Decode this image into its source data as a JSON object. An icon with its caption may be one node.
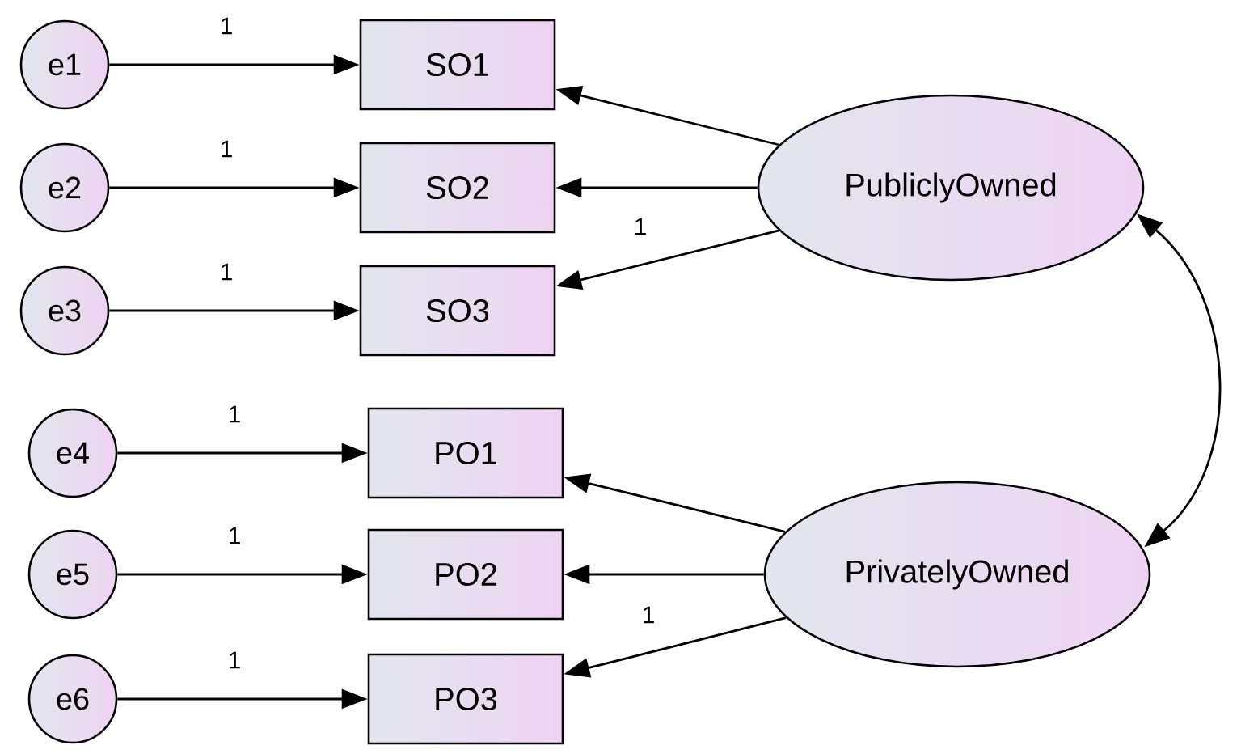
{
  "diagram": {
    "nodes": [
      {
        "text": [
          "e1"
        ]
      },
      {
        "text": [
          "e2"
        ]
      },
      {
        "text": [
          "e3"
        ]
      },
      {
        "text": [
          "e4"
        ]
      },
      {
        "text": [
          "e5"
        ]
      },
      {
        "text": [
          "e6"
        ]
      },
      {
        "text": [
          "SO1"
        ]
      },
      {
        "text": [
          "SO2"
        ]
      },
      {
        "text": [
          "SO3"
        ]
      },
      {
        "text": [
          "PO1"
        ]
      },
      {
        "text": [
          "PO2"
        ]
      },
      {
        "text": [
          "PO3"
        ]
      },
      {
        "text": [
          "PubliclyOwned"
        ]
      },
      {
        "text": [
          "PrivatelyOwned"
        ]
      }
    ],
    "edges": [
      {
        "from": 0,
        "to": 6,
        "arrow": "to",
        "label": "1"
      },
      {
        "from": 1,
        "to": 7,
        "arrow": "to",
        "label": "1"
      },
      {
        "from": 2,
        "to": 8,
        "arrow": "to",
        "label": "1"
      },
      {
        "from": 3,
        "to": 9,
        "arrow": "to",
        "label": "1"
      },
      {
        "from": 4,
        "to": 10,
        "arrow": "to",
        "label": "1"
      },
      {
        "from": 5,
        "to": 11,
        "arrow": "to",
        "label": "1"
      },
      {
        "from": 12,
        "to": 6,
        "arrow": "to"
      },
      {
        "from": 12,
        "to": 7,
        "arrow": "to"
      },
      {
        "from": 12,
        "to": 8,
        "arrow": "to",
        "label": "1"
      },
      {
        "from": 13,
        "to": 9,
        "arrow": "to"
      },
      {
        "from": 13,
        "to": 10,
        "arrow": "to"
      },
      {
        "from": 13,
        "to": 11,
        "arrow": "to",
        "label": "1"
      },
      {
        "from": 12,
        "to": 13,
        "arrow": "both"
      }
    ]
  }
}
